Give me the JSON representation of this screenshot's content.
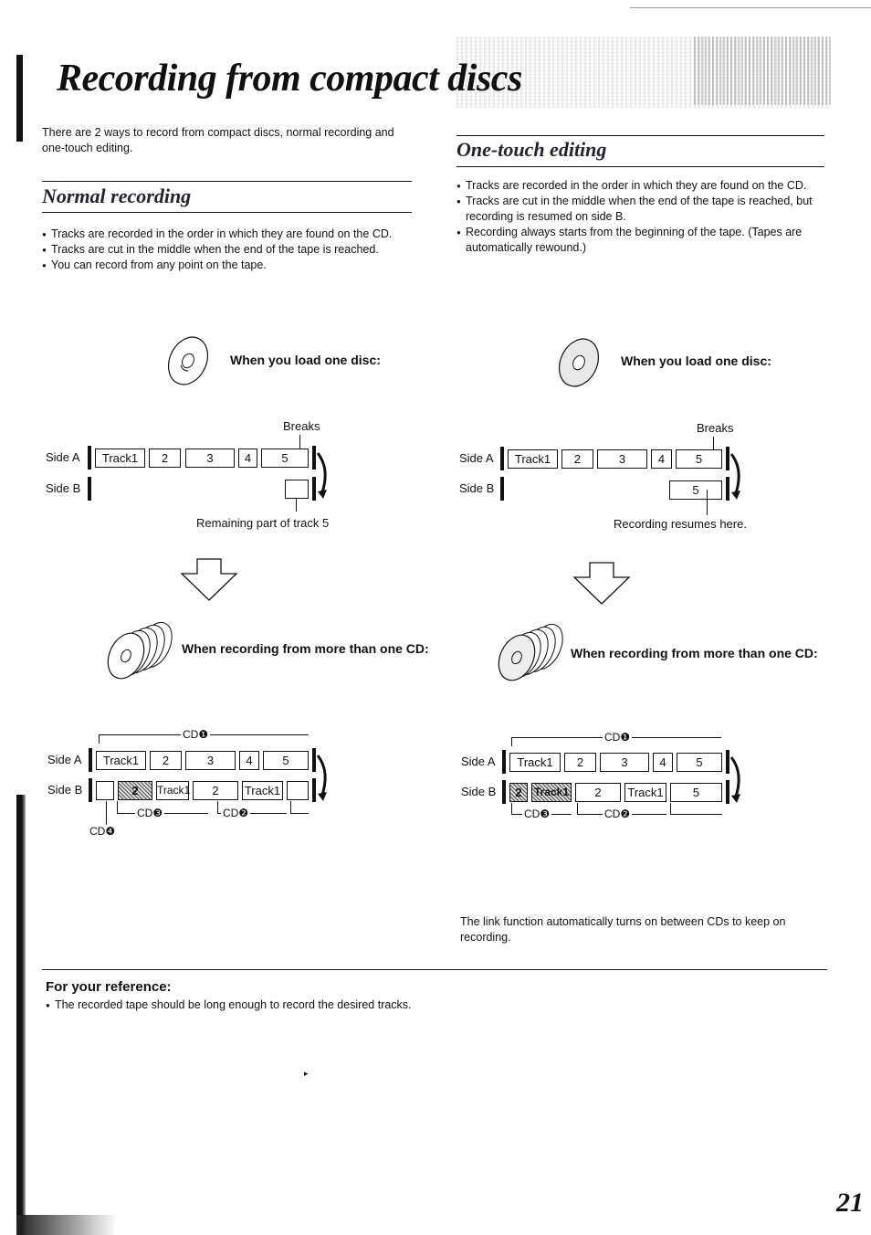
{
  "title": "Recording from compact discs",
  "intro": "There are 2 ways to record from compact discs, normal recording and one-touch editing.",
  "normal": {
    "heading": "Normal recording",
    "bullets": [
      "Tracks are recorded in the order in which they are found on the CD.",
      "Tracks are cut in the middle when the end of the tape is reached.",
      "You can record from any point on the tape."
    ],
    "one_disc_caption": "When you load one disc:",
    "breaks": "Breaks",
    "side_a": "Side A",
    "side_b": "Side B",
    "side_a_tracks": [
      "Track1",
      "2",
      "3",
      "4",
      "5"
    ],
    "remaining": "Remaining part of track 5",
    "multi_caption": "When recording from more than one CD:",
    "multi_side_a": [
      "Track1",
      "2",
      "3",
      "4",
      "5"
    ],
    "multi_side_b": [
      "2",
      "Track1",
      "2",
      "Track1",
      ""
    ],
    "cd1": "CD❶",
    "cd2": "CD❷",
    "cd3": "CD❸",
    "cd4": "CD❹"
  },
  "onetouch": {
    "heading": "One-touch editing",
    "bullets": [
      "Tracks are recorded in the order in which they are found on the CD.",
      "Tracks are cut in the middle when the end of the tape is reached, but recording is resumed on side B.",
      "Recording always starts from the beginning of the tape. (Tapes are automatically rewound.)"
    ],
    "one_disc_caption": "When you load one disc:",
    "breaks": "Breaks",
    "side_a": "Side A",
    "side_b": "Side B",
    "side_a_tracks": [
      "Track1",
      "2",
      "3",
      "4",
      "5"
    ],
    "side_b_track": "5",
    "resumes": "Recording resumes here.",
    "multi_caption": "When recording from more than one CD:",
    "multi_side_a": [
      "Track1",
      "2",
      "3",
      "4",
      "5"
    ],
    "multi_side_b": [
      "2",
      "Track1",
      "2",
      "Track1",
      "5"
    ],
    "cd1": "CD❶",
    "cd2": "CD❷",
    "cd3": "CD❸",
    "link_note": "The link function automatically turns on between CDs to keep on recording."
  },
  "reference": {
    "heading": "For your reference:",
    "text": "The recorded tape should be long enough to record the desired tracks."
  },
  "page_number": "21"
}
